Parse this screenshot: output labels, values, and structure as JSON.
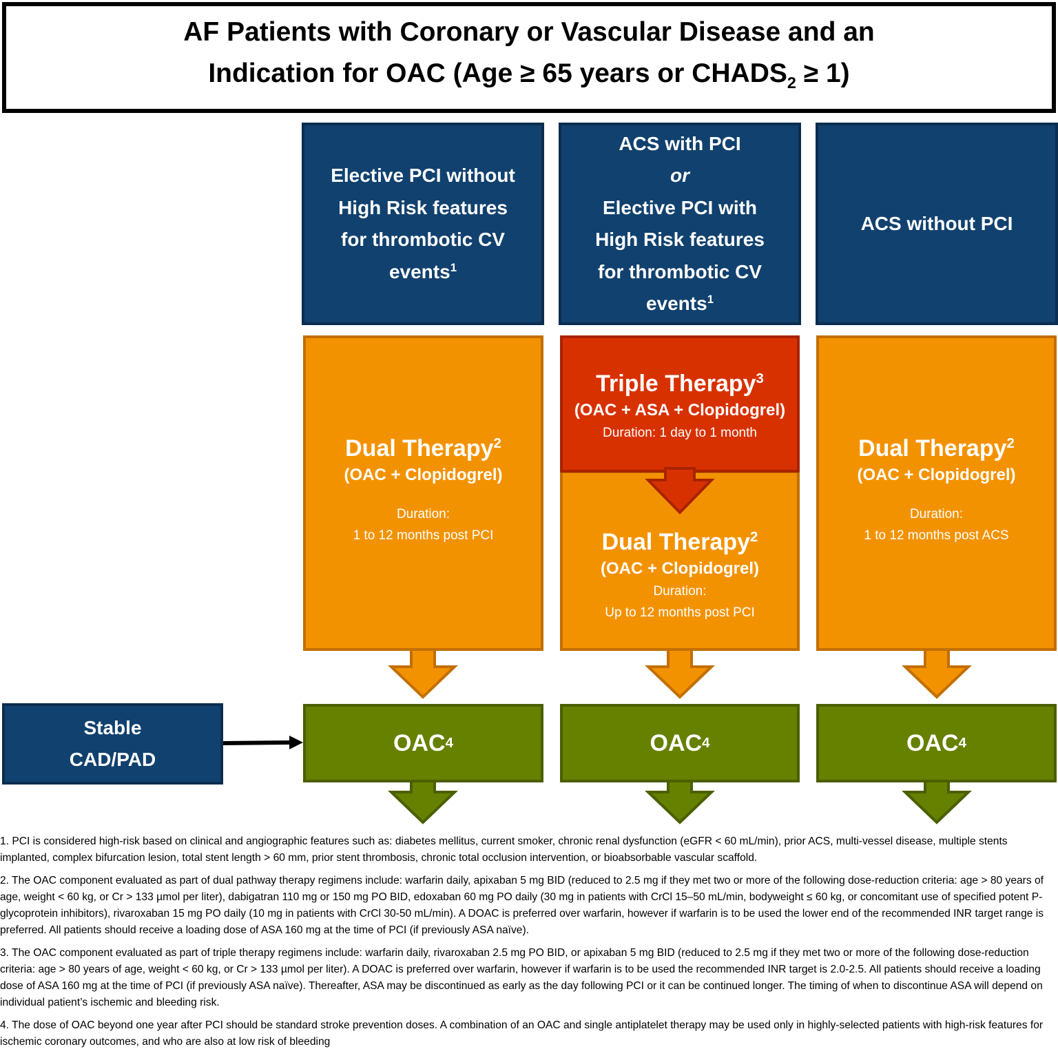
{
  "title": {
    "line1": "AF Patients with Coronary or Vascular Disease and an",
    "line2_pre": "Indication for OAC (Age ≥ 65 years or CHADS",
    "line2_sub": "2",
    "line2_post": " ≥ 1)"
  },
  "columns": [
    {
      "header_lines": [
        "Elective PCI without",
        "High Risk features",
        "for thrombotic CV",
        "events"
      ],
      "header_sup": "1",
      "therapy": {
        "name": "Dual Therapy",
        "sup": "2",
        "drugs": "(OAC + Clopidogrel)",
        "duration_label": "Duration:",
        "duration": "1 to 12 months post PCI"
      },
      "outcome": {
        "label": "OAC",
        "sup": "4"
      }
    },
    {
      "header_lines": [
        "ACS with PCI",
        "or",
        "Elective PCI with",
        "High Risk features",
        "for thrombotic CV",
        "events"
      ],
      "header_sup": "1",
      "triple": {
        "name": "Triple Therapy",
        "sup": "3",
        "drugs": "(OAC + ASA + Clopidogrel)",
        "duration": "Duration: 1 day to 1 month"
      },
      "therapy": {
        "name": "Dual Therapy",
        "sup": "2",
        "drugs": "(OAC + Clopidogrel)",
        "duration_label": "Duration:",
        "duration": "Up to 12 months post PCI"
      },
      "outcome": {
        "label": "OAC",
        "sup": "4"
      }
    },
    {
      "header_lines": [
        "ACS without PCI"
      ],
      "therapy": {
        "name": "Dual Therapy",
        "sup": "2",
        "drugs": "(OAC + Clopidogrel)",
        "duration_label": "Duration:",
        "duration": "1 to 12 months post ACS"
      },
      "outcome": {
        "label": "OAC",
        "sup": "4"
      }
    }
  ],
  "stable": {
    "line1": "Stable",
    "line2": "CAD/PAD"
  },
  "colors": {
    "blue": "#11416e",
    "orange": "#f39200",
    "red": "#d83100",
    "green": "#668000"
  },
  "footnotes": [
    "1. PCI is considered high-risk based on clinical and angiographic features such as: diabetes mellitus, current smoker, chronic renal dysfunction (eGFR < 60 mL/min), prior ACS, multi-vessel disease, multiple stents implanted, complex bifurcation lesion, total stent length > 60 mm, prior stent thrombosis, chronic total occlusion intervention, or bioabsorbable vascular scaffold.",
    "2. The OAC component evaluated as part of dual pathway therapy regimens include: warfarin daily, apixaban 5 mg BID (reduced to 2.5 mg if they met two or more of the following dose-reduction criteria: age > 80 years of age, weight < 60 kg, or Cr > 133 µmol per liter), dabigatran 110 mg or 150 mg PO BID, edoxaban 60 mg PO daily (30 mg in patients with CrCl 15–50 mL/min, bodyweight ≤ 60 kg, or concomitant use of specified potent P-glycoprotein inhibitors), rivaroxaban 15 mg PO daily (10 mg in patients with CrCl 30-50 mL/min). A DOAC is preferred over warfarin, however if warfarin is to be used the lower end of the recommended INR target range is preferred. All patients should receive a loading dose of ASA 160 mg at the time of PCI (if previously ASA naïve).",
    "3. The OAC component evaluated as part of triple therapy regimens include: warfarin daily, rivaroxaban 2.5 mg PO BID, or apixaban 5 mg BID (reduced to 2.5 mg if they met two or more of the following dose-reduction criteria: age > 80 years of age, weight < 60 kg, or Cr > 133 µmol per liter). A DOAC is preferred over warfarin, however if warfarin is to be used the recommended INR target is 2.0-2.5. All patients should receive a loading dose of ASA 160 mg at the time of PCI (if previously ASA naïve). Thereafter, ASA may be discontinued as early as the day following PCI or it can be continued longer. The timing of when to discontinue ASA will depend on individual patient’s ischemic and bleeding risk.",
    "4. The dose of OAC beyond one year after PCI should be standard stroke prevention doses. A combination of an OAC and single antiplatelet therapy may be used only in highly-selected patients with high-risk features for ischemic coronary outcomes, and who are also at low risk of bleeding"
  ]
}
